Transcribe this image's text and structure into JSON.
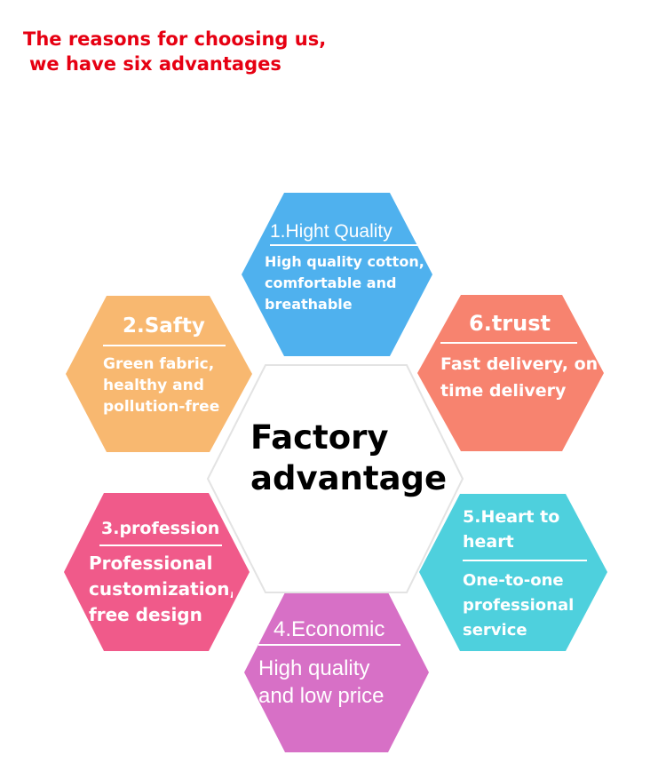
{
  "heading": {
    "line1": "The reasons for choosing us,",
    "line2": "we have six advantages"
  },
  "center": {
    "label": "Factory\nadvantage",
    "fill": "#ffffff",
    "stroke": "#e3e3e3"
  },
  "advantages": [
    {
      "title": "1.Hight Quality",
      "desc": "High quality cotton,\ncomfortable and\nbreathable",
      "color": "#4fb1ee"
    },
    {
      "title": "2.Safty",
      "desc": "Green fabric,\nhealthy and\npollution-free",
      "color": "#f8b870"
    },
    {
      "title": "3.profession",
      "desc": "Professional\ncustomization,\nfree design",
      "color": "#f05a8a"
    },
    {
      "title": "4.Economic",
      "desc": "High quality\nand low price",
      "color": "#d770c6"
    },
    {
      "title": "5.Heart to\nheart",
      "desc": "One-to-one\nprofessional\nservice",
      "color": "#4ed0dd"
    },
    {
      "title": "6.trust",
      "desc": "Fast delivery, on\ntime delivery",
      "color": "#f7836f"
    }
  ]
}
